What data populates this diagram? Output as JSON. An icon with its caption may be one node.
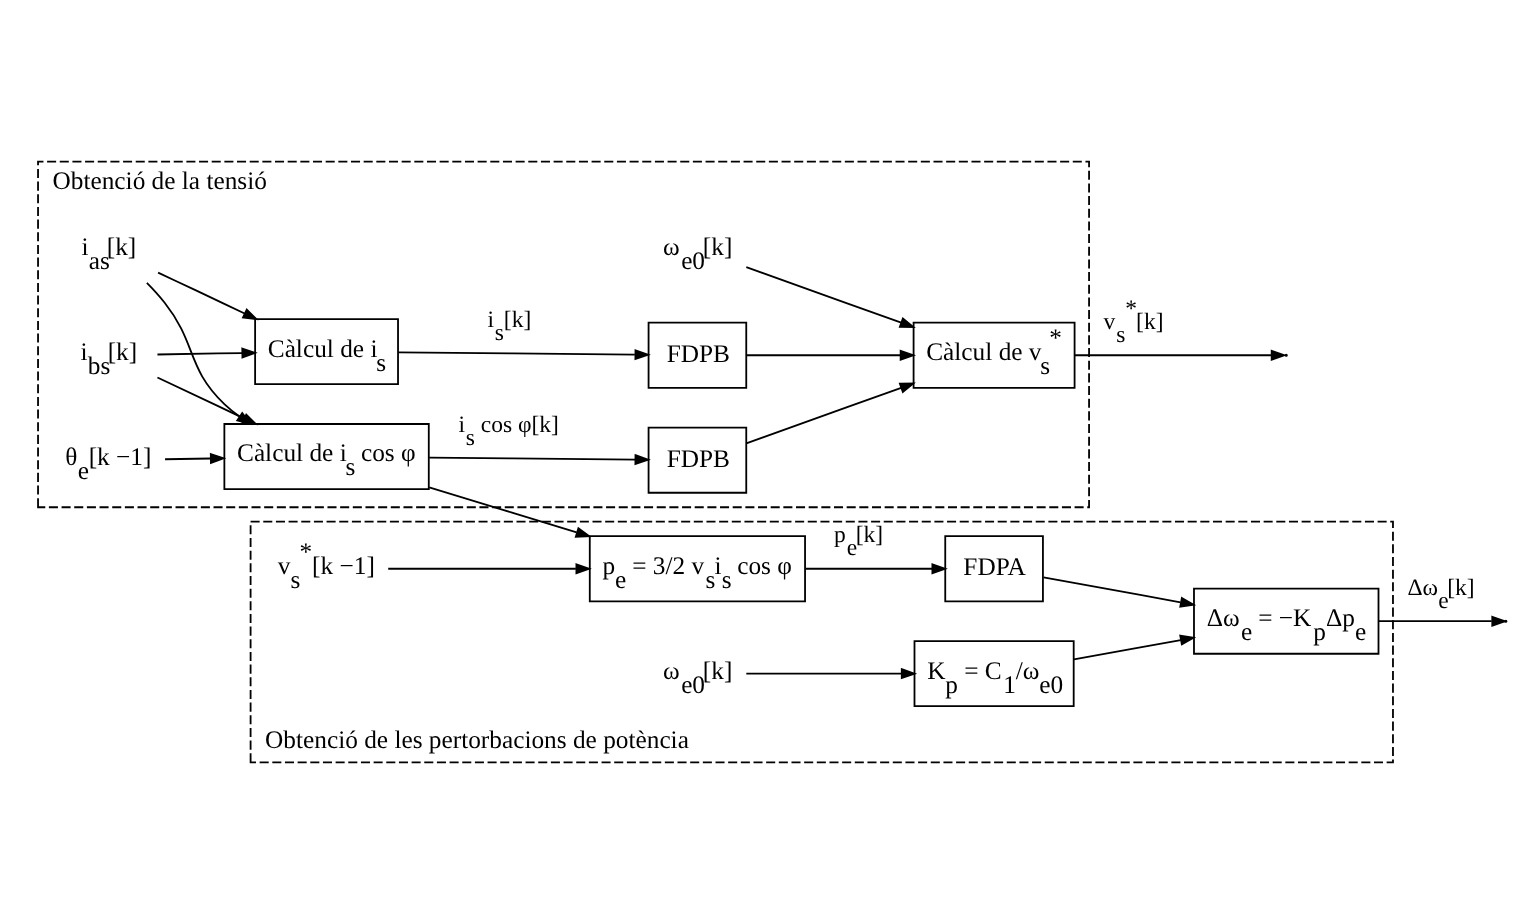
{
  "diagram": {
    "nodes": [
      {
        "text": [
          "Obtenció de la tensió"
        ]
      },
      {
        "text": [
          "i$_{as}$[k]"
        ],
        "in": 0
      },
      {
        "text": [
          "i$_{bs}$[k]"
        ],
        "in": 0
      },
      {
        "text": [
          "θ$_{e}$[k −1]"
        ],
        "in": 0
      },
      {
        "text": [
          "Càlcul de i$_{s}$"
        ],
        "in": 0
      },
      {
        "text": [
          "Càlcul de i$_{s}$ cos φ"
        ],
        "in": 0
      },
      {
        "text": [
          "FDPB"
        ],
        "in": 0
      },
      {
        "text": [
          "FDPB"
        ],
        "in": 0
      },
      {
        "text": [
          "Càlcul de v$_{s}$$^{*}$"
        ],
        "in": 0
      },
      {
        "text": [
          "ω$_{e0}$[k]"
        ],
        "in": 0
      },
      {
        "text": [
          "Obtenció de les pertorbacions de potència"
        ]
      },
      {
        "text": [
          "v$_{s}$$^{*}$[k −1]"
        ],
        "in": 10
      },
      {
        "text": [
          "p$_{e}$ = 3/2 v$_{s}$i$_{s}$ cos φ"
        ],
        "in": 10
      },
      {
        "text": [
          "FDPA"
        ],
        "in": 10
      },
      {
        "text": [
          "Δω$_{e}$ = −K$_{p}$Δp$_{e}$"
        ],
        "in": 10
      },
      {
        "text": [
          "ω$_{e0}$[k]"
        ],
        "in": 10
      },
      {
        "text": [
          "K$_{p}$ = C$_{1}$/ω$_{e0}$"
        ],
        "in": 10
      }
    ],
    "edges": [
      {
        "from": 1,
        "to": 4,
        "arrow": "to"
      },
      {
        "from": 1,
        "to": 5,
        "arrow": "to"
      },
      {
        "from": 2,
        "to": 4,
        "arrow": "to"
      },
      {
        "from": 2,
        "to": 5,
        "arrow": "to"
      },
      {
        "from": 3,
        "to": 5,
        "arrow": "to"
      },
      {
        "from": 4,
        "to": 6,
        "arrow": "to",
        "label": "i$_{s}$[k]"
      },
      {
        "from": 5,
        "to": 7,
        "arrow": "to",
        "label": "i$_{s}$ cos φ[k]"
      },
      {
        "from": 5,
        "to": 12,
        "arrow": "to"
      },
      {
        "from": 6,
        "to": 8,
        "arrow": "to"
      },
      {
        "from": 7,
        "to": 8,
        "arrow": "to"
      },
      {
        "from": 9,
        "to": 8,
        "arrow": "to"
      },
      {
        "from": 8,
        "to": null,
        "arrow": "to",
        "label": "v$_{s}$$^{*}$[k]"
      },
      {
        "from": 11,
        "to": 12,
        "arrow": "to"
      },
      {
        "from": 12,
        "to": 13,
        "arrow": "to",
        "label": "p$_{e}$[k]"
      },
      {
        "from": 13,
        "to": 14,
        "arrow": "to"
      },
      {
        "from": 14,
        "to": null,
        "arrow": "to",
        "label": "Δω$_{e}$[k]"
      },
      {
        "from": 15,
        "to": 16,
        "arrow": "to"
      },
      {
        "from": 16,
        "to": 14,
        "arrow": "to"
      }
    ]
  }
}
